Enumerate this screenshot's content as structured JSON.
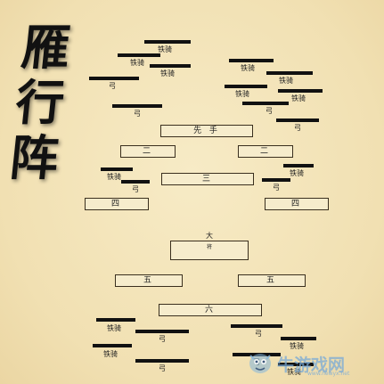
{
  "title": [
    "雁",
    "行",
    "阵"
  ],
  "labels": {
    "tieqi": "铁骑",
    "gong": "弓",
    "xianfeng": "先 手",
    "er": "二",
    "san": "三",
    "si": "四",
    "da": "大",
    "jiang": "将",
    "wu": "五",
    "liu": "六"
  },
  "watermark": {
    "text": "牛游戏网",
    "url": "www.newyx.net"
  }
}
